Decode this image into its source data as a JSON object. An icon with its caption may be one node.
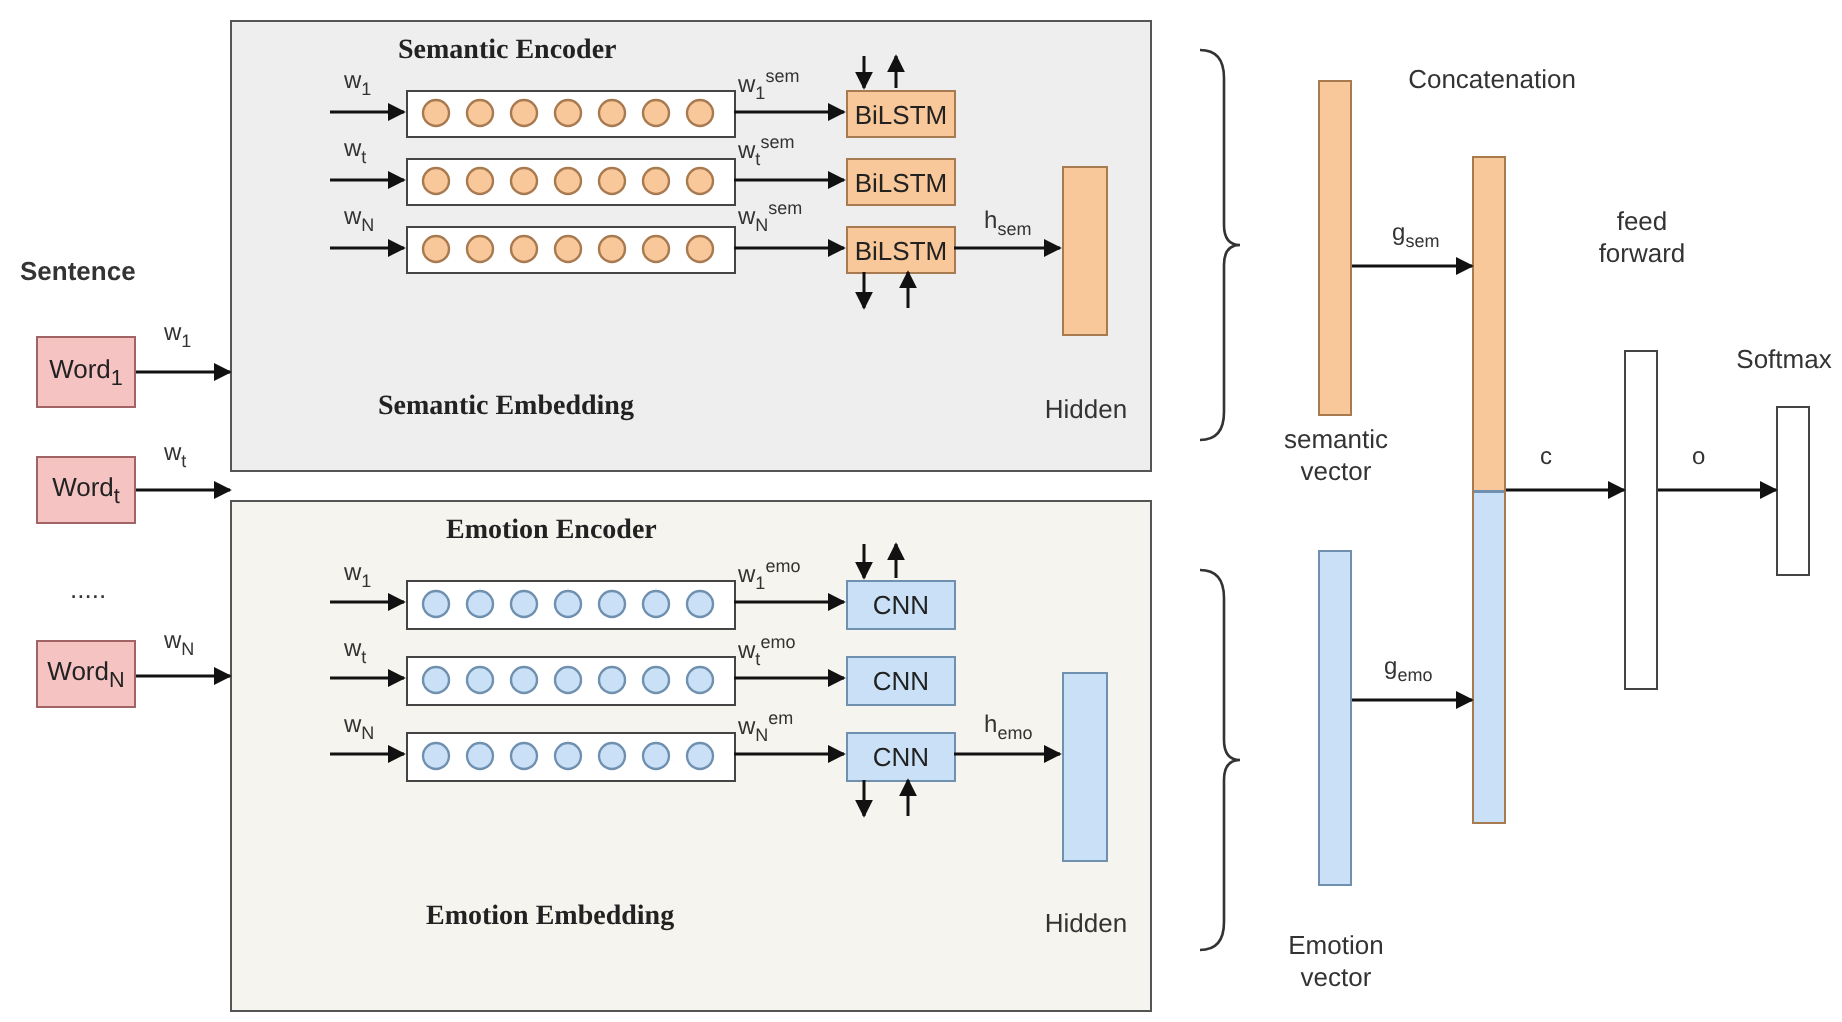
{
  "diagram": {
    "nodes": [
      {
        "text": [
          "Semantic Encoder",
          "Semantic Embedding"
        ]
      },
      {
        "text": [],
        "shape": "box",
        "in": 0
      },
      {
        "text": [],
        "shape": "box",
        "in": 0
      },
      {
        "text": [],
        "shape": "box",
        "in": 0
      },
      {
        "text": [
          "BiLSTM"
        ],
        "in": 0
      },
      {
        "text": [
          "BiLSTM"
        ],
        "in": 0
      },
      {
        "text": [
          "BiLSTM"
        ],
        "in": 0
      },
      {
        "text": [],
        "shape": "bar",
        "in": 0,
        "beside": [
          "Hidden"
        ]
      },
      {
        "text": [
          "Word$_{1}$"
        ]
      },
      {
        "text": [
          "Word$_{t}$"
        ]
      },
      {
        "text": [
          "Word$_{N}$"
        ]
      },
      {
        "text": [
          "Emotion Encoder",
          "Emotion Embedding"
        ]
      },
      {
        "text": [],
        "shape": "box",
        "in": 11
      },
      {
        "text": [],
        "shape": "box",
        "in": 11
      },
      {
        "text": [],
        "shape": "box",
        "in": 11
      },
      {
        "text": [
          "CNN"
        ],
        "in": 11
      },
      {
        "text": [
          "CNN"
        ],
        "in": 11
      },
      {
        "text": [
          "CNN"
        ],
        "in": 11
      },
      {
        "text": [],
        "shape": "bar",
        "in": 11,
        "beside": [
          "Hidden"
        ]
      },
      {
        "text": [],
        "shape": "bar",
        "beside": [
          "semantic vector"
        ]
      },
      {
        "text": [],
        "shape": "bar",
        "beside": [
          "Concatenation"
        ]
      },
      {
        "text": [],
        "shape": "bar",
        "beside": [
          "feed forward"
        ]
      },
      {
        "text": [],
        "shape": "bar",
        "beside": [
          "Softmax"
        ]
      },
      {
        "text": [],
        "shape": "bar",
        "beside": [
          "Emotion vector"
        ]
      }
    ],
    "edges": [
      {
        "from": 8,
        "to": 0,
        "arrow": "to",
        "label": "w$_{1}$"
      },
      {
        "from": 9,
        "to": 0,
        "arrow": "to",
        "label": "w$_{t}$"
      },
      {
        "from": 10,
        "to": 11,
        "arrow": "to",
        "label": "w$_{N}$"
      },
      {
        "from": null,
        "to": 1,
        "arrow": "to",
        "label": "w$_{1}$"
      },
      {
        "from": null,
        "to": 2,
        "arrow": "to",
        "label": "w$_{t}$"
      },
      {
        "from": null,
        "to": 3,
        "arrow": "to",
        "label": "w$_{N}$"
      },
      {
        "from": 1,
        "to": 4,
        "arrow": "to",
        "label": "w$_{1}$$^{sem}$"
      },
      {
        "from": 2,
        "to": 5,
        "arrow": "to",
        "label": "w$_{t}$$^{sem}$"
      },
      {
        "from": 3,
        "to": 6,
        "arrow": "to",
        "label": "w$_{N}$$^{sem}$"
      },
      {
        "from": 6,
        "to": 7,
        "arrow": "to",
        "label": "h$_{sem}$"
      },
      {
        "from": null,
        "to": 4,
        "arrow": "to"
      },
      {
        "from": 4,
        "to": null,
        "arrow": "to"
      },
      {
        "from": 6,
        "to": null,
        "arrow": "to"
      },
      {
        "from": null,
        "to": 6,
        "arrow": "to"
      },
      {
        "from": null,
        "to": 12,
        "arrow": "to",
        "label": "w$_{1}$"
      },
      {
        "from": null,
        "to": 13,
        "arrow": "to",
        "label": "w$_{t}$"
      },
      {
        "from": null,
        "to": 14,
        "arrow": "to",
        "label": "w$_{N}$"
      },
      {
        "from": 12,
        "to": 15,
        "arrow": "to",
        "label": "w$_{1}$$^{emo}$"
      },
      {
        "from": 13,
        "to": 16,
        "arrow": "to",
        "label": "w$_{t}$$^{emo}$"
      },
      {
        "from": 14,
        "to": 17,
        "arrow": "to",
        "label": "w$_{N}$$^{em}$"
      },
      {
        "from": 17,
        "to": 18,
        "arrow": "to",
        "label": "h$_{emo}$"
      },
      {
        "from": null,
        "to": 15,
        "arrow": "to"
      },
      {
        "from": 15,
        "to": null,
        "arrow": "to"
      },
      {
        "from": 17,
        "to": null,
        "arrow": "to"
      },
      {
        "from": null,
        "to": 17,
        "arrow": "to"
      },
      {
        "from": 19,
        "to": 20,
        "arrow": "to",
        "label": "g$_{sem}$"
      },
      {
        "from": 23,
        "to": 20,
        "arrow": "to",
        "label": "g$_{emo}$"
      },
      {
        "from": 20,
        "to": 21,
        "arrow": "to",
        "label": "c"
      },
      {
        "from": 21,
        "to": 22,
        "arrow": "to",
        "label": "o"
      }
    ],
    "labels": [
      "Sentence",
      "....."
    ]
  }
}
